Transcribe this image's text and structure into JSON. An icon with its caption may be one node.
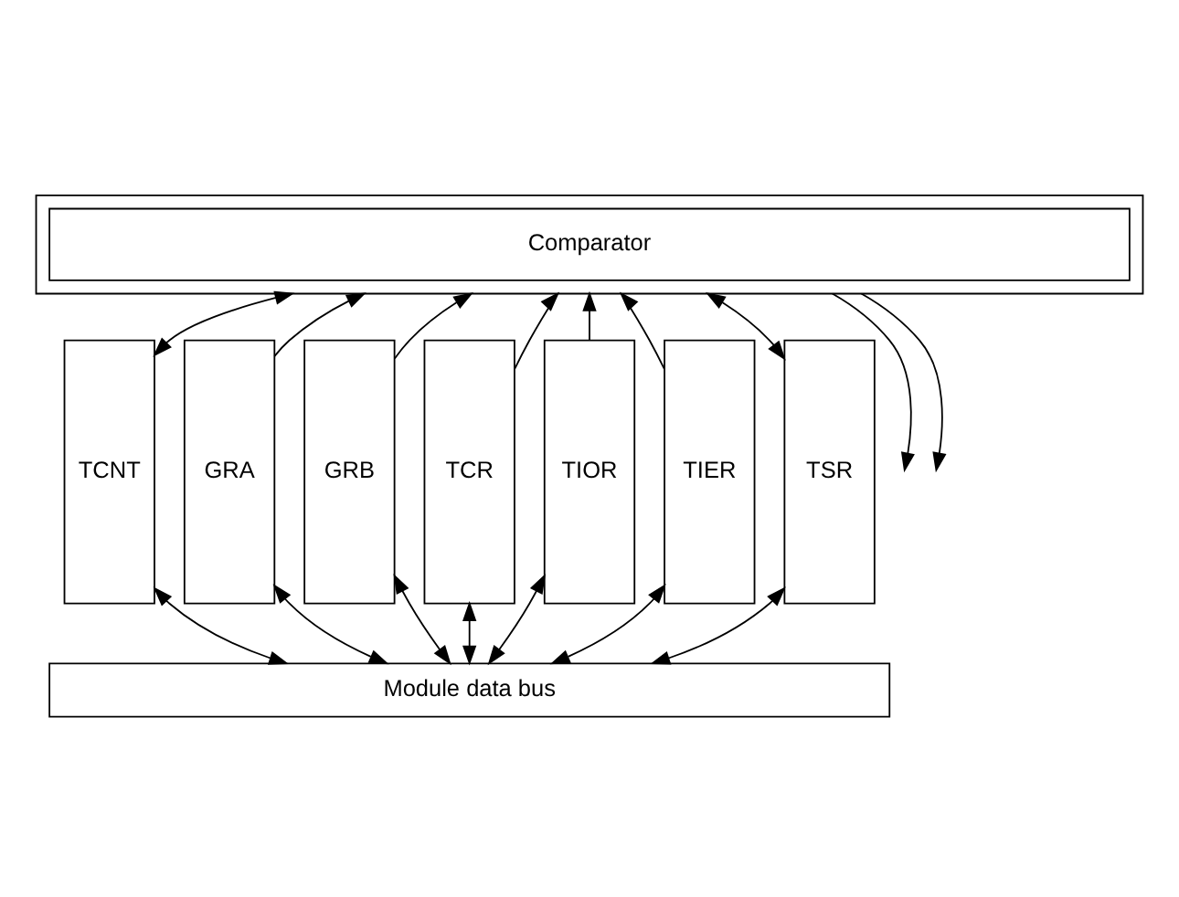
{
  "diagram": {
    "nodes": [
      {
        "text": [],
        "shape": "box"
      },
      {
        "text": [
          "Comparator"
        ],
        "in": 0
      },
      {
        "text": [
          "TCNT"
        ]
      },
      {
        "text": [
          "GRA"
        ]
      },
      {
        "text": [
          "GRB"
        ]
      },
      {
        "text": [
          "TCR"
        ]
      },
      {
        "text": [
          "TIOR"
        ]
      },
      {
        "text": [
          "TIER"
        ]
      },
      {
        "text": [
          "TSR"
        ]
      },
      {
        "text": [
          "Module data bus"
        ]
      }
    ],
    "edges": [
      {
        "from": 0,
        "to": null,
        "arrow": "to"
      },
      {
        "from": 0,
        "to": null,
        "arrow": "to"
      },
      {
        "from": 2,
        "to": 0,
        "arrow": "both"
      },
      {
        "from": 3,
        "to": 0,
        "arrow": "to"
      },
      {
        "from": 4,
        "to": 0,
        "arrow": "to"
      },
      {
        "from": 5,
        "to": 0,
        "arrow": "to"
      },
      {
        "from": 6,
        "to": 0,
        "arrow": "to"
      },
      {
        "from": 7,
        "to": 0,
        "arrow": "to"
      },
      {
        "from": 8,
        "to": 0,
        "arrow": "both"
      },
      {
        "from": 2,
        "to": 9,
        "arrow": "both"
      },
      {
        "from": 3,
        "to": 9,
        "arrow": "both"
      },
      {
        "from": 4,
        "to": 9,
        "arrow": "both"
      },
      {
        "from": 5,
        "to": 9,
        "arrow": "both"
      },
      {
        "from": 6,
        "to": 9,
        "arrow": "both"
      },
      {
        "from": 7,
        "to": 9,
        "arrow": "both"
      },
      {
        "from": 8,
        "to": 9,
        "arrow": "both"
      }
    ]
  }
}
